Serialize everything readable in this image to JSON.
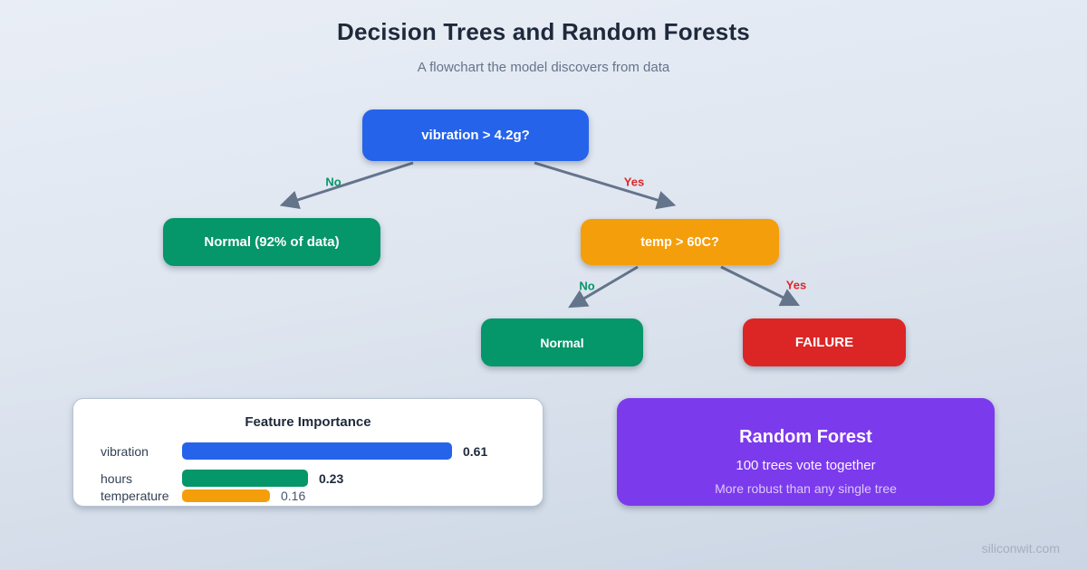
{
  "header": {
    "title": "Decision Trees and Random Forests",
    "subtitle": "A flowchart the model discovers from data"
  },
  "tree": {
    "root": {
      "label": "vibration > 4.2g?",
      "color": "#2563eb"
    },
    "nodes": {
      "normal_majority": {
        "label": "Normal (92% of data)",
        "color": "#059669"
      },
      "temp": {
        "label": "temp > 60C?",
        "color": "#f59e0b"
      },
      "normal": {
        "label": "Normal",
        "color": "#059669"
      },
      "failure": {
        "label": "FAILURE",
        "color": "#dc2626"
      }
    },
    "branches": [
      {
        "label": "No",
        "color": "#059669"
      },
      {
        "label": "Yes",
        "color": "#dc2626"
      },
      {
        "label": "No",
        "color": "#059669"
      },
      {
        "label": "Yes",
        "color": "#dc2626"
      }
    ],
    "arrow_color": "#64748b"
  },
  "chart_data": {
    "type": "bar",
    "orientation": "horizontal",
    "title": "Feature Importance",
    "categories": [
      "vibration",
      "hours",
      "temperature"
    ],
    "values": [
      0.61,
      0.23,
      0.16
    ],
    "bar_colors": [
      "#2563eb",
      "#059669",
      "#f59e0b"
    ],
    "xlim": [
      0,
      0.65
    ],
    "grid": false,
    "legend": false
  },
  "forest_card": {
    "title": "Random Forest",
    "line1": "100 trees vote together",
    "line2": "More robust than any single tree",
    "color": "#7c3aed"
  },
  "footer": {
    "watermark": "siliconwit.com"
  }
}
